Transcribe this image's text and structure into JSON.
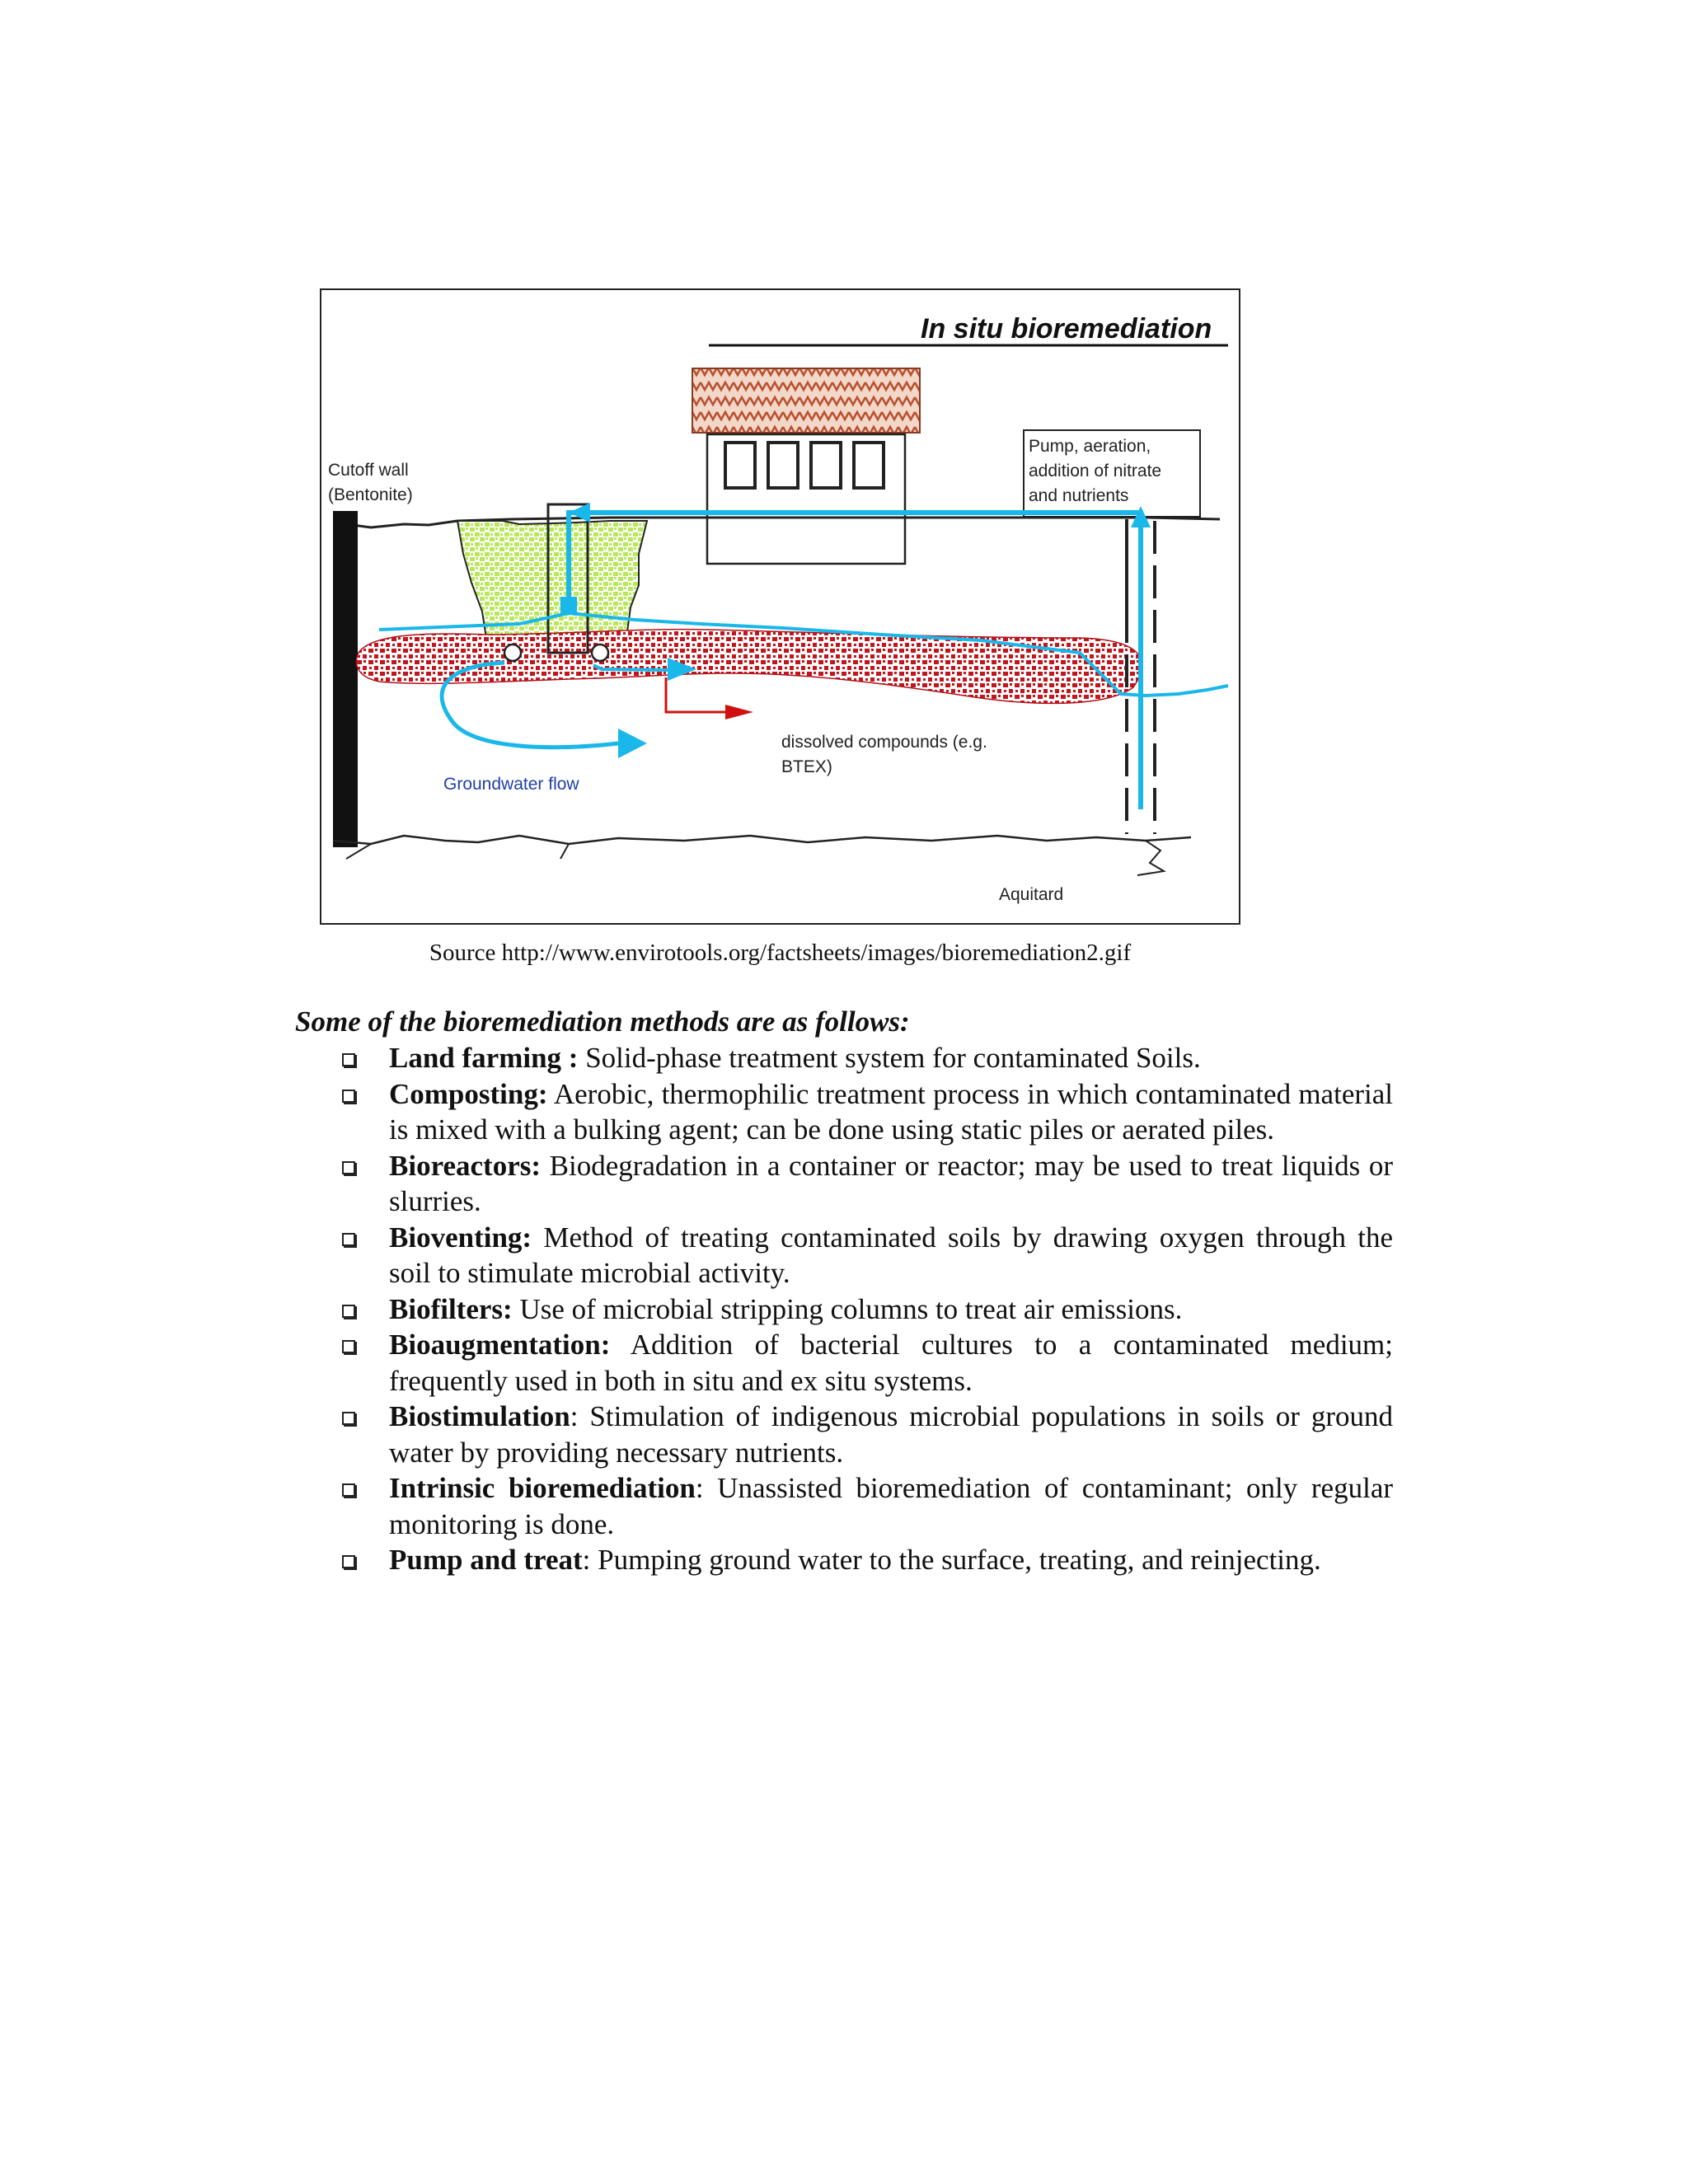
{
  "figure": {
    "title": "In situ bioremediation",
    "labels": {
      "cutoff_wall": [
        "Cutoff wall",
        "(Bentonite)"
      ],
      "pump_box": [
        "Pump, aeration,",
        "addition of nitrate",
        "and nutrients"
      ],
      "dissolved": [
        "dissolved compounds (e.g.",
        "BTEX)"
      ],
      "groundwater": "Groundwater flow",
      "aquitard": "Aquitard"
    },
    "colors": {
      "water_arrow": "#1ab8ea",
      "contaminant": "#c0161c",
      "infiltration": "#b8e85a",
      "roof": "#c86a4a",
      "dissolved_arrow": "#d01010",
      "groundwater_text": "#1f3fa8"
    }
  },
  "caption": "Source http://www.envirotools.org/factsheets/images/bioremediation2.gif",
  "heading": "Some of the bioremediation methods are as follows:",
  "methods": [
    {
      "term": "Land farming :",
      "desc": " Solid-phase treatment system for  contaminated Soils."
    },
    {
      "term": "Composting:",
      "desc": " Aerobic, thermophilic treatment process in which contaminated material is mixed with a bulking agent; can be done using static piles or aerated piles."
    },
    {
      "term": "Bioreactors:",
      "desc": " Biodegradation in a container or reactor; may be used to treat liquids or slurries."
    },
    {
      "term": "Bioventing:",
      "desc": " Method of treating contaminated soils by drawing oxygen through the soil to stimulate microbial activity."
    },
    {
      "term": "Biofilters:",
      "desc": " Use of microbial stripping columns to treat air emissions."
    },
    {
      "term": "Bioaugmentation:",
      "desc": " Addition of bacterial cultures to a contaminated  medium; frequently used in both in situ and ex situ systems."
    },
    {
      "term": "Biostimulation",
      "desc": ": Stimulation of indigenous microbial populations in soils or ground water by providing necessary nutrients."
    },
    {
      "term": "Intrinsic bioremediation",
      "desc": ": Unassisted bioremediation of contaminant; only regular monitoring is done."
    },
    {
      "term": "Pump and treat",
      "desc": ": Pumping ground water to the surface, treating, and reinjecting."
    }
  ]
}
